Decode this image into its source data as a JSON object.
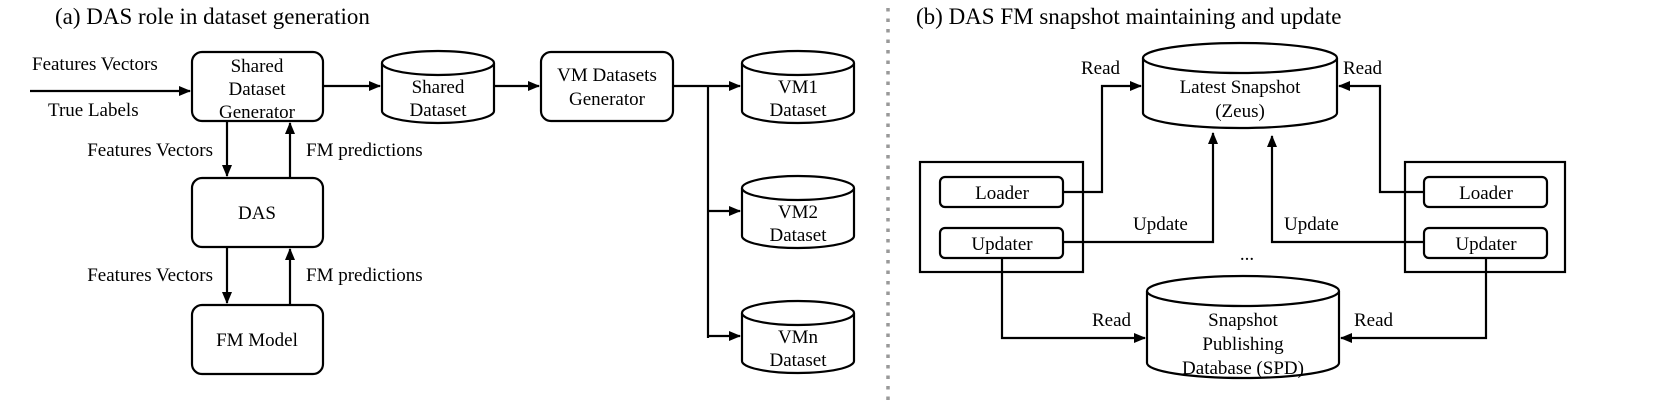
{
  "panel_a": {
    "title": "(a) DAS role in dataset generation",
    "inputs": {
      "features": "Features Vectors",
      "labels": "True Labels"
    },
    "nodes": {
      "generator": [
        "Shared",
        "Dataset",
        "Generator"
      ],
      "das": "DAS",
      "fm_model": "FM Model",
      "shared_dataset": [
        "Shared",
        "Dataset"
      ],
      "vm_generator": [
        "VM Datasets",
        "Generator"
      ],
      "vm1": [
        "VM1",
        "Dataset"
      ],
      "vm2": [
        "VM2",
        "Dataset"
      ],
      "vmn": [
        "VMn",
        "Dataset"
      ]
    },
    "edge_labels": {
      "gen_to_das": "Features Vectors",
      "das_to_gen": "FM predictions",
      "das_to_fm": "Features Vectors",
      "fm_to_das": "FM predictions"
    }
  },
  "panel_b": {
    "title": "(b) DAS FM snapshot maintaining and update",
    "latest_snapshot": [
      "Latest Snapshot",
      "(Zeus)"
    ],
    "spd": [
      "Snapshot",
      "Publishing",
      "Database (SPD)"
    ],
    "left_group": {
      "loader": "Loader",
      "updater": "Updater"
    },
    "right_group": {
      "loader": "Loader",
      "updater": "Updater"
    },
    "ellipsis": "...",
    "edge_labels": {
      "left_read_top": "Read",
      "right_read_top": "Read",
      "left_update": "Update",
      "right_update": "Update",
      "left_read_bottom": "Read",
      "right_read_bottom": "Read"
    }
  }
}
